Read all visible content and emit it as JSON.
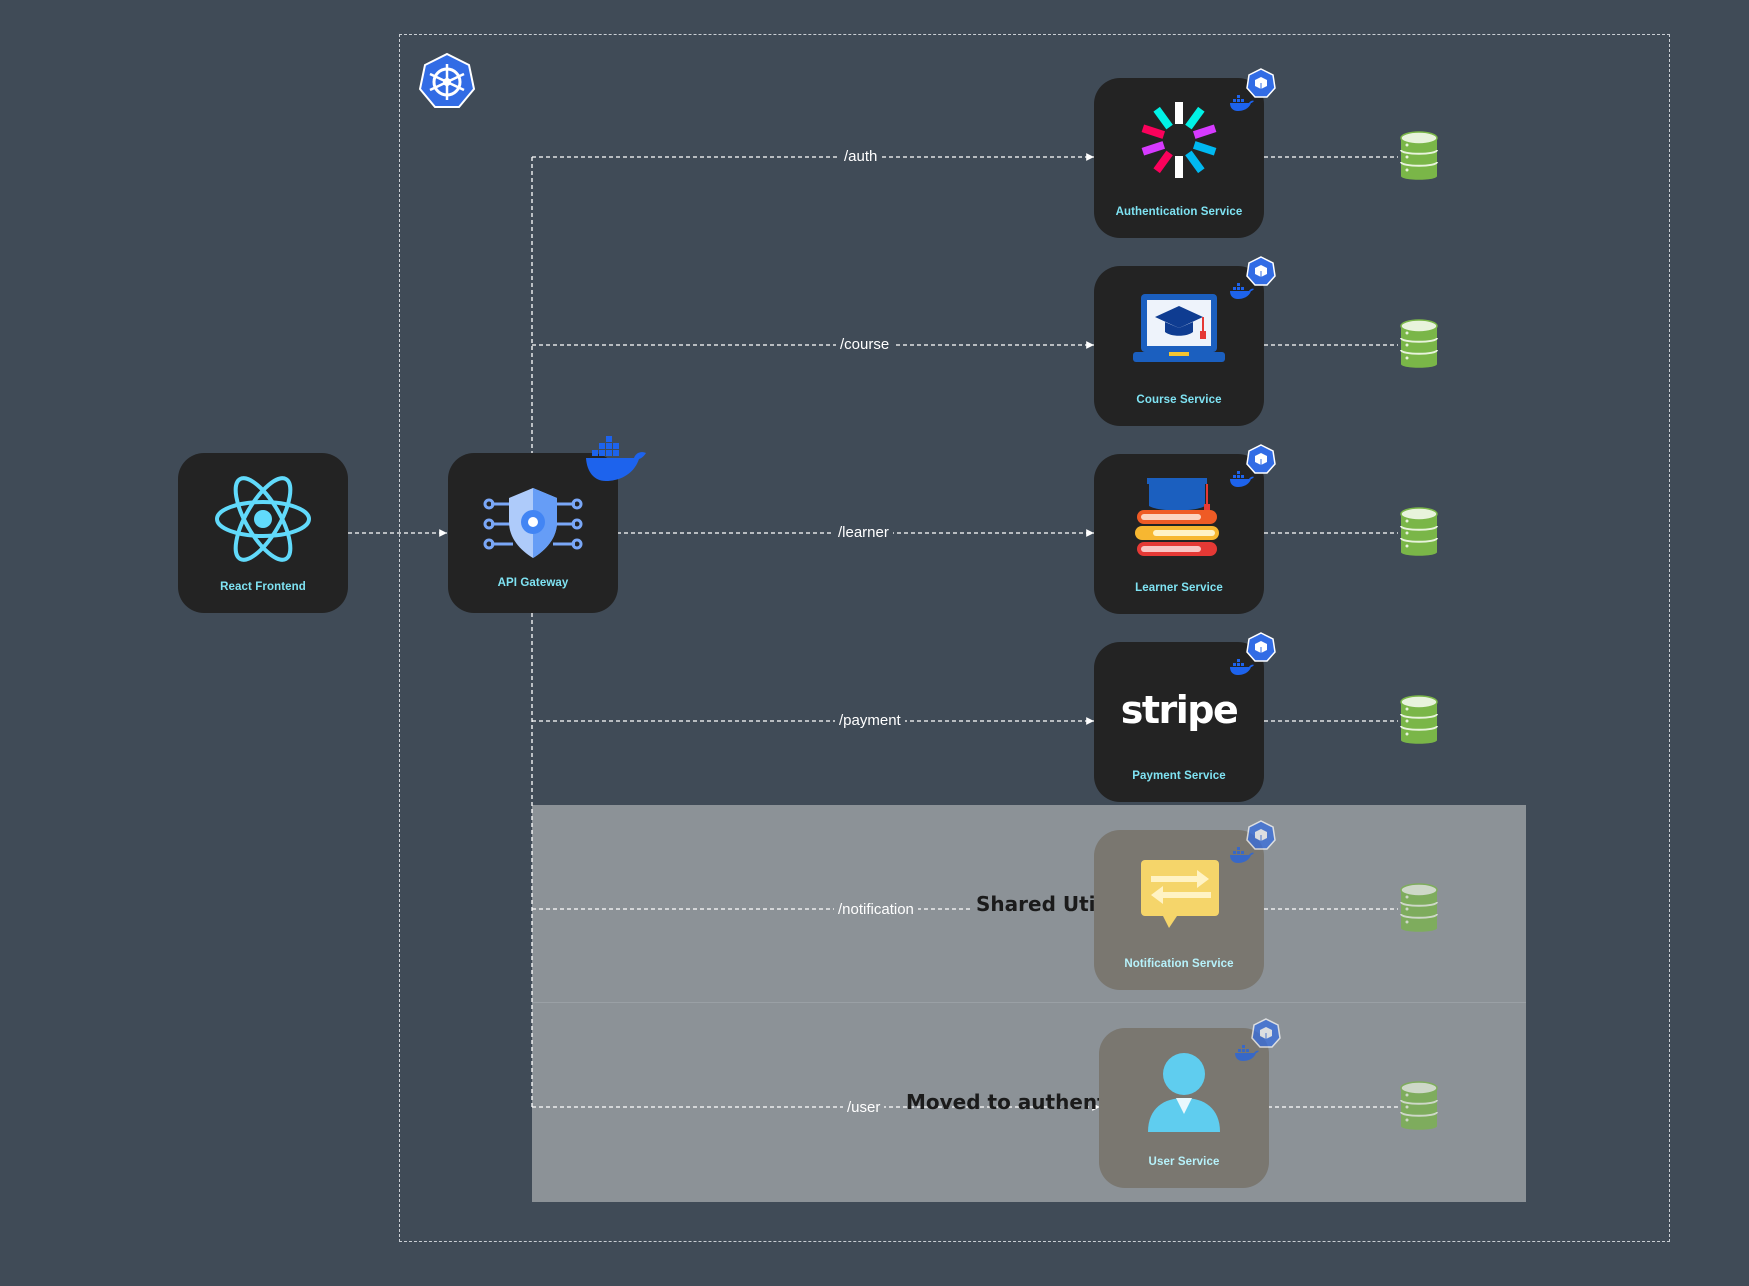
{
  "diagram": {
    "nodes": {
      "react_frontend": "React Frontend",
      "api_gateway": "API Gateway",
      "authentication_service": "Authentication Service",
      "course_service": "Course Service",
      "learner_service": "Learner Service",
      "payment_service": "Payment Service",
      "notification_service": "Notification Service",
      "user_service": "User Service"
    },
    "routes": {
      "auth": "/auth",
      "course": "/course",
      "learner": "/learner",
      "payment": "/payment",
      "notification": "/notification",
      "user": "/user"
    },
    "notes": {
      "shared_util": "Shared Util",
      "moved_to_auth": "Moved to authentication"
    },
    "stripe_logo": "stripe",
    "icons": {
      "cluster": "kubernetes-icon",
      "container": "docker-icon",
      "database": "database-icon",
      "pod": "kubernetes-pod-icon"
    },
    "colors": {
      "background": "#404b57",
      "node": "#232323",
      "node_label": "#7fe3f3",
      "deprecated_zone": "#8c9297",
      "database": "#7ab648",
      "kubernetes": "#326ce5",
      "docker": "#1d63ed"
    }
  }
}
